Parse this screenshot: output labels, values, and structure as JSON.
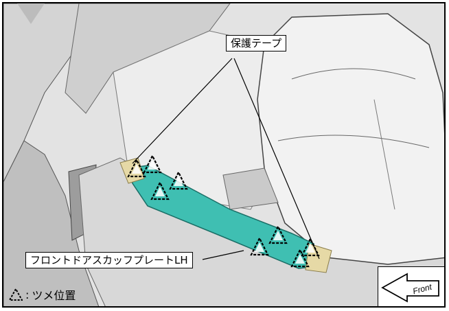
{
  "callouts": {
    "protective_tape": "保護テープ",
    "scuff_plate": "フロントドアスカッフプレートLH"
  },
  "legend": {
    "separator": ":",
    "text": "ツメ位置"
  },
  "direction": {
    "label": "Front"
  },
  "colors": {
    "scuff_plate": "#3fbfb2",
    "tape": "#e6d9a6",
    "line": "#000000"
  }
}
